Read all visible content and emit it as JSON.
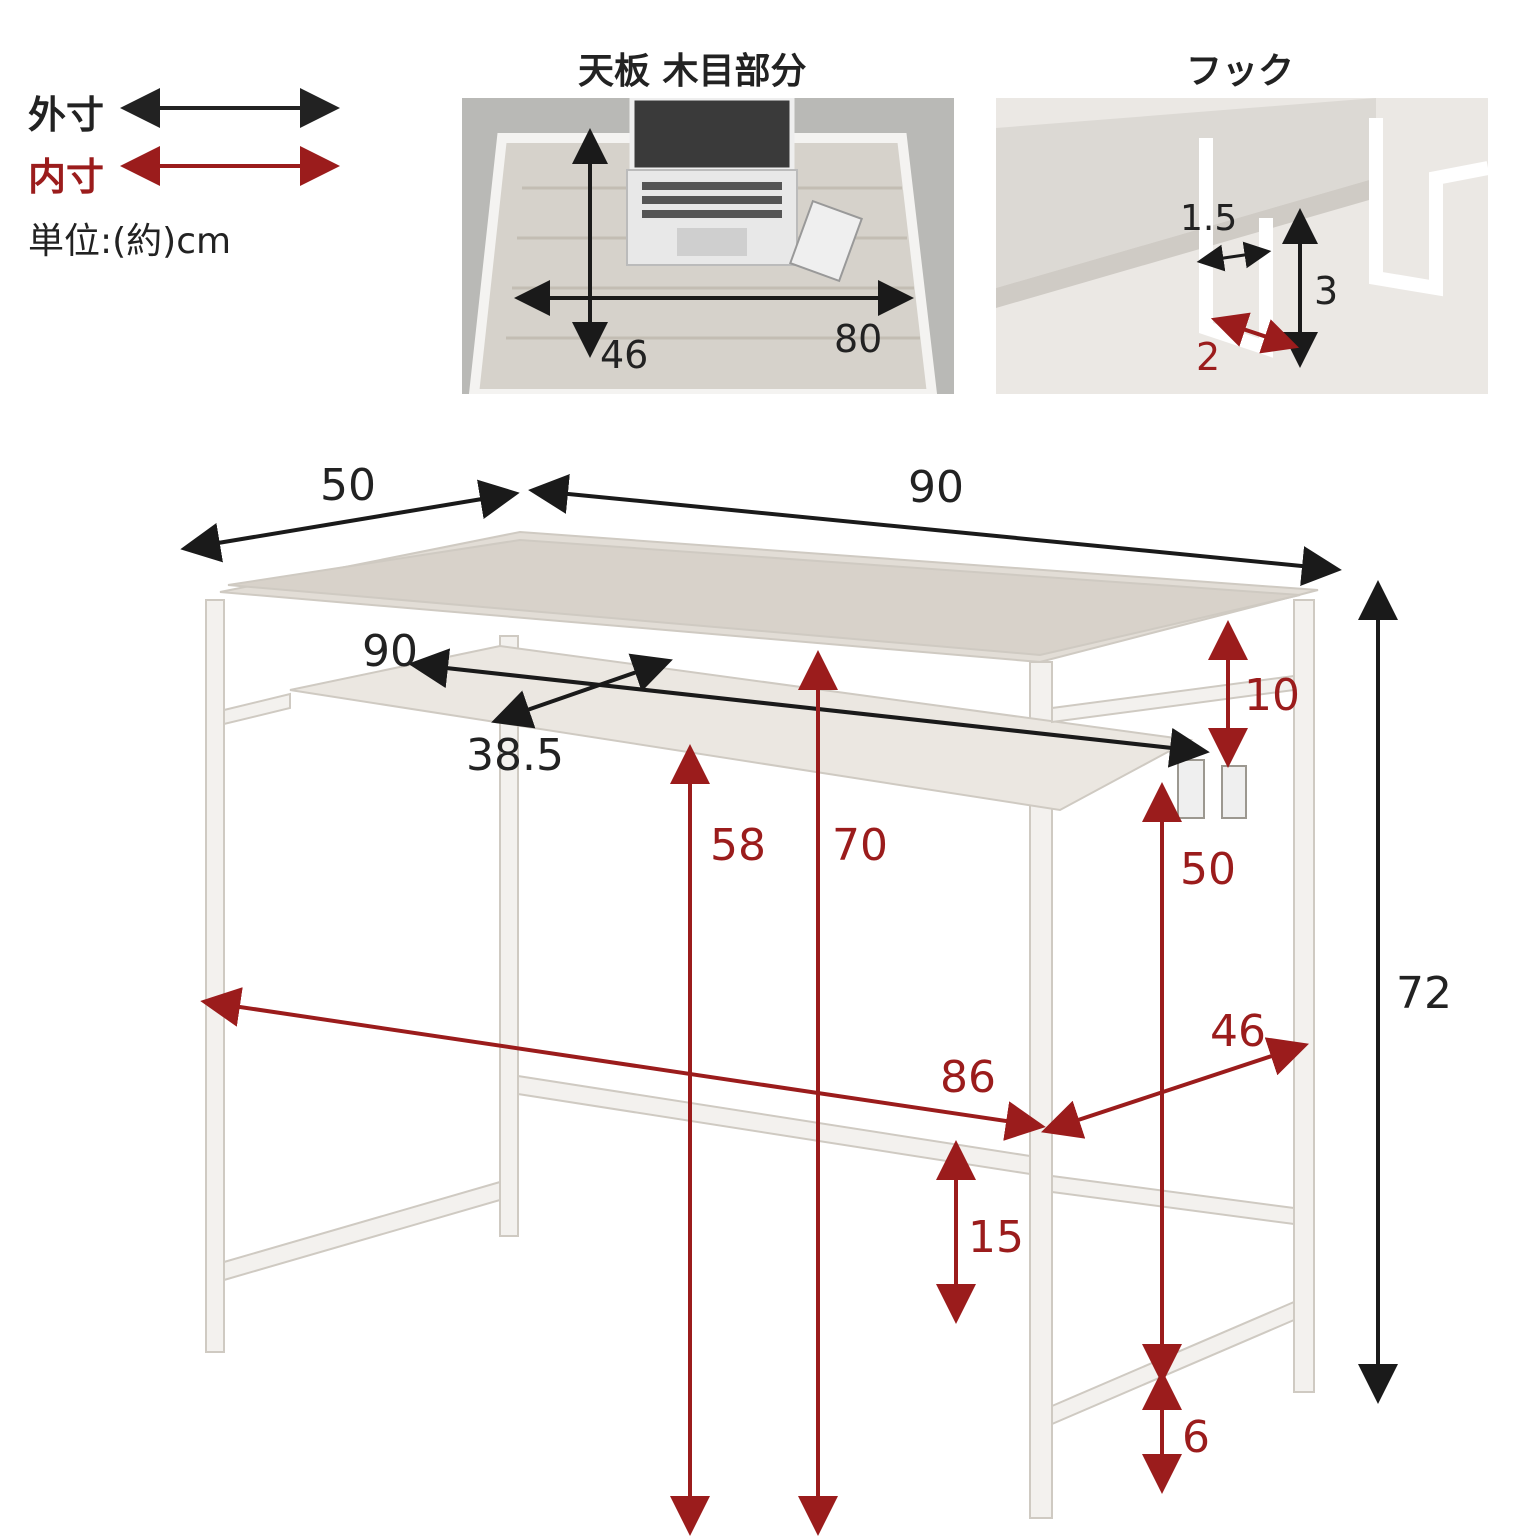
{
  "legend": {
    "outer_label": "外寸",
    "inner_label": "内寸",
    "unit_label": "単位:(約)cm",
    "outer_color": "#222222",
    "inner_color": "#9b1c1c"
  },
  "panels": {
    "tabletop_title": "天板 木目部分",
    "hook_title": "フック"
  },
  "tabletop": {
    "depth": "46",
    "width": "80"
  },
  "hook": {
    "thickness": "1.5",
    "height": "3",
    "inner_gap": "2"
  },
  "main": {
    "depth": "50",
    "width": "90",
    "shelf_width": "90",
    "shelf_depth": "38.5",
    "shelf_gap": "10",
    "total_height": "72",
    "shelf_to_floor": "58",
    "top_to_floor": "70",
    "hook_to_floor": "50",
    "inner_width": "86",
    "inner_depth": "46",
    "bar_height": "15",
    "bottom_bar": "6"
  }
}
